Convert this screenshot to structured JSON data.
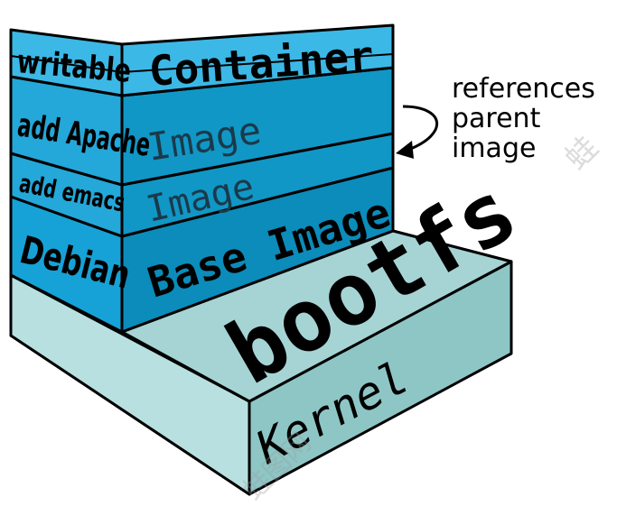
{
  "colors": {
    "outline": "#000000",
    "container_face": "#3cb8e6",
    "container_top": "#6acdef",
    "image_face": "#1097c6",
    "image_side": "#23a8d9",
    "base_face": "#0b8cba",
    "base_side": "#16a2d6",
    "bootfs_top": "#9fd0d0",
    "bootfs_side": "#b2dcdc",
    "kernel_front": "#8ec6c6",
    "watermark": "#d9d9d9"
  },
  "layers": {
    "container": {
      "side_label": "writable",
      "face_label": "Container"
    },
    "image_apache": {
      "side_label": "add Apache",
      "face_label": "Image"
    },
    "image_emacs": {
      "side_label": "add emacs",
      "face_label": "Image"
    },
    "base": {
      "side_label": "Debian",
      "face_label": "Base Image"
    },
    "bootfs": {
      "top_label": "bootfs",
      "front_label": "Kernel"
    }
  },
  "annotation": {
    "line1": "references",
    "line2": "parent",
    "line3": "image"
  },
  "watermark": {
    "text_right": "蛙",
    "text_bottom": "蛙图网"
  }
}
